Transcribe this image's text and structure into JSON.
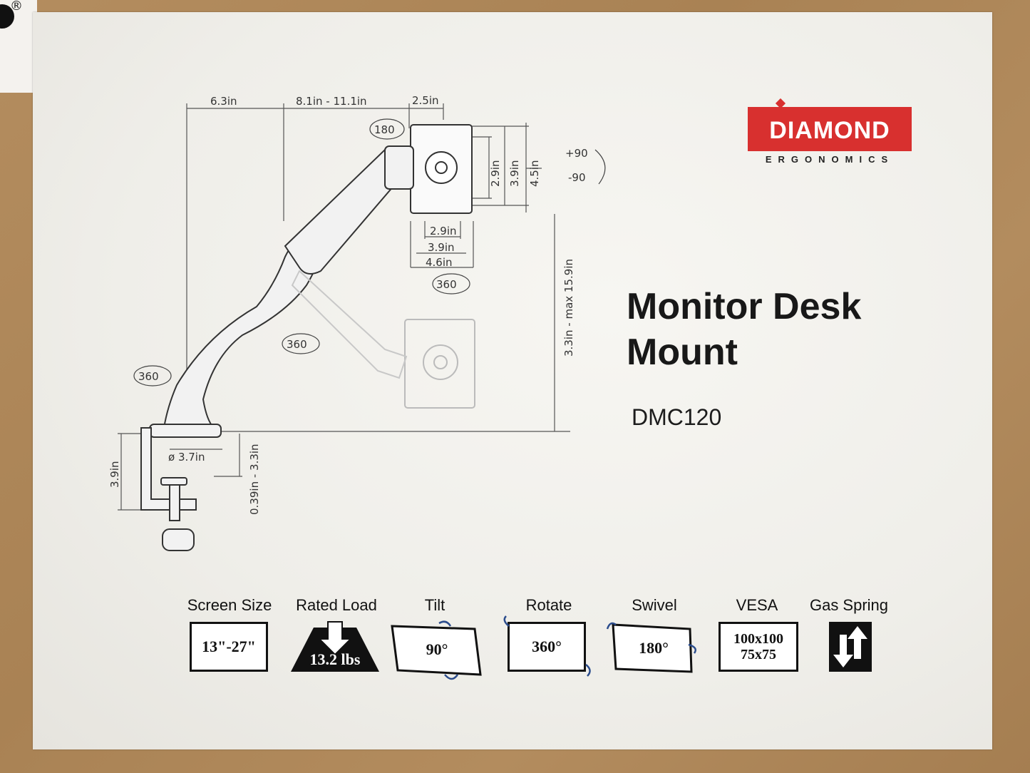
{
  "logo": {
    "brand": "DIAMOND",
    "tagline": "ERGONOMICS",
    "registered": "®"
  },
  "product": {
    "title": "Monitor Desk\nMount",
    "model": "DMC120"
  },
  "dimensions": {
    "top_left": "6.3in",
    "top_mid": "8.1in - 11.1in",
    "top_right": "2.5in",
    "rot_180": "180",
    "tilt_plus": "+90",
    "tilt_minus": "-90",
    "plate_v1": "2.9in",
    "plate_v2": "3.9in",
    "plate_v3": "4.5in",
    "plate_h1": "2.9in",
    "plate_h2": "3.9in",
    "plate_h3": "4.6in",
    "rot_360_a": "360",
    "rot_360_b": "360",
    "rot_360_c": "360",
    "height_range": "3.3in - max 15.9in",
    "base_dia": "ø 3.7in",
    "clamp_h": "3.9in",
    "clamp_range": "0.39in - 3.3in"
  },
  "features": [
    {
      "label": "Screen Size",
      "value": "13\"-27\""
    },
    {
      "label": "Rated Load",
      "value": "13.2 lbs"
    },
    {
      "label": "Tilt",
      "value": "90°"
    },
    {
      "label": "Rotate",
      "value": "360°"
    },
    {
      "label": "Swivel",
      "value": "180°"
    },
    {
      "label": "VESA",
      "value": "100x100",
      "value2": "75x75"
    },
    {
      "label": "Gas Spring",
      "value": ""
    }
  ],
  "colors": {
    "brand_red": "#d8302f",
    "cardboard": "#b08a5c",
    "paper": "#f3f2ee"
  }
}
